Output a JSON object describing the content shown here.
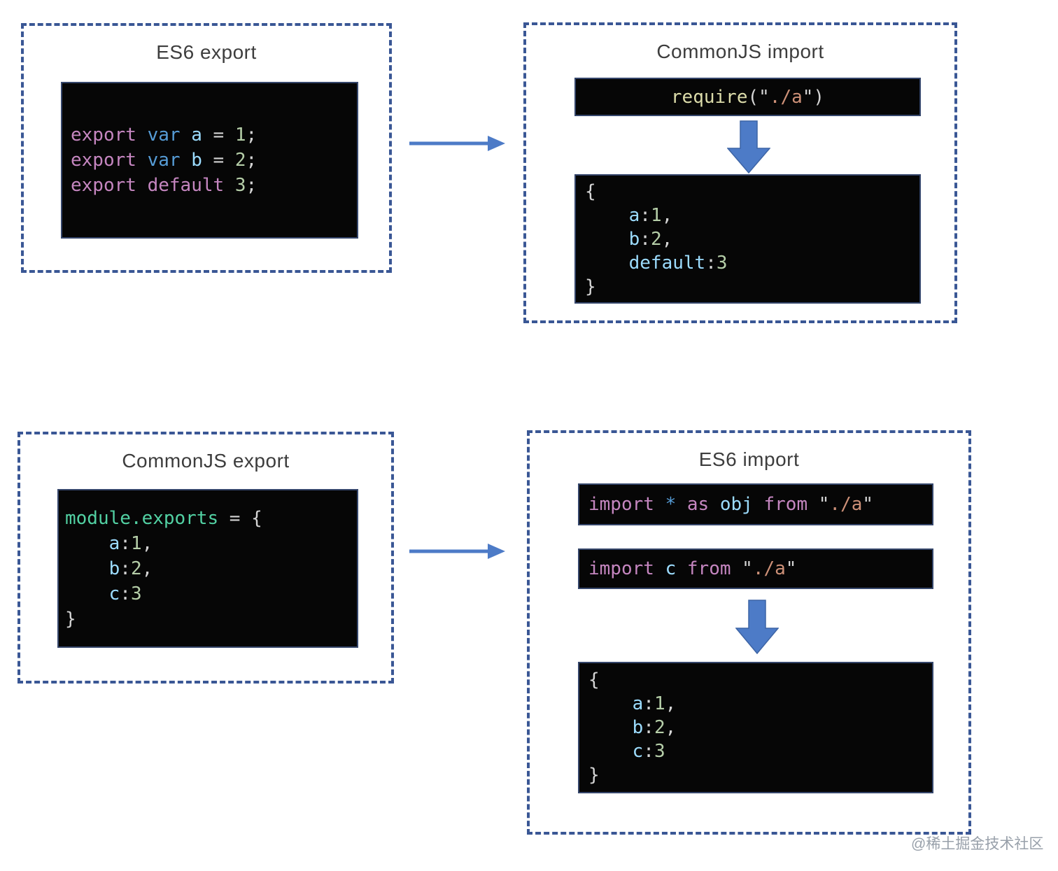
{
  "watermark": "@稀土掘金技术社区",
  "colors": {
    "panel_border": "#3a5795",
    "arrow_fill": "#4d7bc7",
    "arrow_stroke": "#3d64a5",
    "code_background": "#060606",
    "code_border": "#35466b",
    "title_text": "#3d3d3d",
    "keyword_magenta": "#c586c0",
    "keyword_blue": "#569cd6",
    "identifier_blue": "#9cdcfe",
    "number_green": "#b5cea8",
    "punctuation_gray": "#d4d4d4",
    "function_yellow": "#dcdcaa",
    "string_orange": "#ce9178",
    "module_mint": "#52d1a3",
    "watermark_gray": "#98a0aa"
  },
  "groups": {
    "es6_export": {
      "title": "ES6 export",
      "code": [
        [
          {
            "t": "export ",
            "c": "kw"
          },
          {
            "t": "var ",
            "c": "kw2"
          },
          {
            "t": "a",
            "c": "var"
          },
          {
            "t": " = ",
            "c": "pun"
          },
          {
            "t": "1",
            "c": "num"
          },
          {
            "t": ";",
            "c": "pun"
          }
        ],
        [
          {
            "t": "export ",
            "c": "kw"
          },
          {
            "t": "var ",
            "c": "kw2"
          },
          {
            "t": "b",
            "c": "var"
          },
          {
            "t": " = ",
            "c": "pun"
          },
          {
            "t": "2",
            "c": "num"
          },
          {
            "t": ";",
            "c": "pun"
          }
        ],
        [
          {
            "t": "export ",
            "c": "kw"
          },
          {
            "t": "default ",
            "c": "kw"
          },
          {
            "t": "3",
            "c": "num"
          },
          {
            "t": ";",
            "c": "pun"
          }
        ]
      ]
    },
    "commonjs_import": {
      "title": "CommonJS import",
      "require_code": [
        [
          {
            "t": "require",
            "c": "fn"
          },
          {
            "t": "(\"",
            "c": "pun"
          },
          {
            "t": "./a",
            "c": "str"
          },
          {
            "t": "\")",
            "c": "pun"
          }
        ]
      ],
      "result_code": [
        [
          {
            "t": "{",
            "c": "pun"
          }
        ],
        [
          {
            "t": "    ",
            "c": "pun"
          },
          {
            "t": "a",
            "c": "var"
          },
          {
            "t": ":",
            "c": "pun"
          },
          {
            "t": "1",
            "c": "num"
          },
          {
            "t": ",",
            "c": "pun"
          }
        ],
        [
          {
            "t": "    ",
            "c": "pun"
          },
          {
            "t": "b",
            "c": "var"
          },
          {
            "t": ":",
            "c": "pun"
          },
          {
            "t": "2",
            "c": "num"
          },
          {
            "t": ",",
            "c": "pun"
          }
        ],
        [
          {
            "t": "    ",
            "c": "pun"
          },
          {
            "t": "default",
            "c": "var"
          },
          {
            "t": ":",
            "c": "pun"
          },
          {
            "t": "3",
            "c": "num"
          }
        ],
        [
          {
            "t": "}",
            "c": "pun"
          }
        ]
      ]
    },
    "commonjs_export": {
      "title": "CommonJS export",
      "code": [
        [
          {
            "t": "module.exports",
            "c": "prop"
          },
          {
            "t": " = {",
            "c": "pun"
          }
        ],
        [
          {
            "t": "    ",
            "c": "pun"
          },
          {
            "t": "a",
            "c": "var"
          },
          {
            "t": ":",
            "c": "pun"
          },
          {
            "t": "1",
            "c": "num"
          },
          {
            "t": ",",
            "c": "pun"
          }
        ],
        [
          {
            "t": "    ",
            "c": "pun"
          },
          {
            "t": "b",
            "c": "var"
          },
          {
            "t": ":",
            "c": "pun"
          },
          {
            "t": "2",
            "c": "num"
          },
          {
            "t": ",",
            "c": "pun"
          }
        ],
        [
          {
            "t": "    ",
            "c": "pun"
          },
          {
            "t": "c",
            "c": "var"
          },
          {
            "t": ":",
            "c": "pun"
          },
          {
            "t": "3",
            "c": "num"
          }
        ],
        [
          {
            "t": "}",
            "c": "pun"
          }
        ]
      ]
    },
    "es6_import": {
      "title": "ES6 import",
      "import_star_code": [
        [
          {
            "t": "import ",
            "c": "kw"
          },
          {
            "t": "* ",
            "c": "kw2"
          },
          {
            "t": "as ",
            "c": "kw"
          },
          {
            "t": "obj ",
            "c": "var"
          },
          {
            "t": "from ",
            "c": "kw"
          },
          {
            "t": "\"",
            "c": "pun"
          },
          {
            "t": "./a",
            "c": "str"
          },
          {
            "t": "\"",
            "c": "pun"
          }
        ]
      ],
      "import_default_code": [
        [
          {
            "t": "import ",
            "c": "kw"
          },
          {
            "t": "c ",
            "c": "var"
          },
          {
            "t": "from ",
            "c": "kw"
          },
          {
            "t": "\"",
            "c": "pun"
          },
          {
            "t": "./a",
            "c": "str"
          },
          {
            "t": "\"",
            "c": "pun"
          }
        ]
      ],
      "result_code": [
        [
          {
            "t": "{",
            "c": "pun"
          }
        ],
        [
          {
            "t": "    ",
            "c": "pun"
          },
          {
            "t": "a",
            "c": "var"
          },
          {
            "t": ":",
            "c": "pun"
          },
          {
            "t": "1",
            "c": "num"
          },
          {
            "t": ",",
            "c": "pun"
          }
        ],
        [
          {
            "t": "    ",
            "c": "pun"
          },
          {
            "t": "b",
            "c": "var"
          },
          {
            "t": ":",
            "c": "pun"
          },
          {
            "t": "2",
            "c": "num"
          },
          {
            "t": ",",
            "c": "pun"
          }
        ],
        [
          {
            "t": "    ",
            "c": "pun"
          },
          {
            "t": "c",
            "c": "var"
          },
          {
            "t": ":",
            "c": "pun"
          },
          {
            "t": "3",
            "c": "num"
          }
        ],
        [
          {
            "t": "}",
            "c": "pun"
          }
        ]
      ]
    }
  }
}
